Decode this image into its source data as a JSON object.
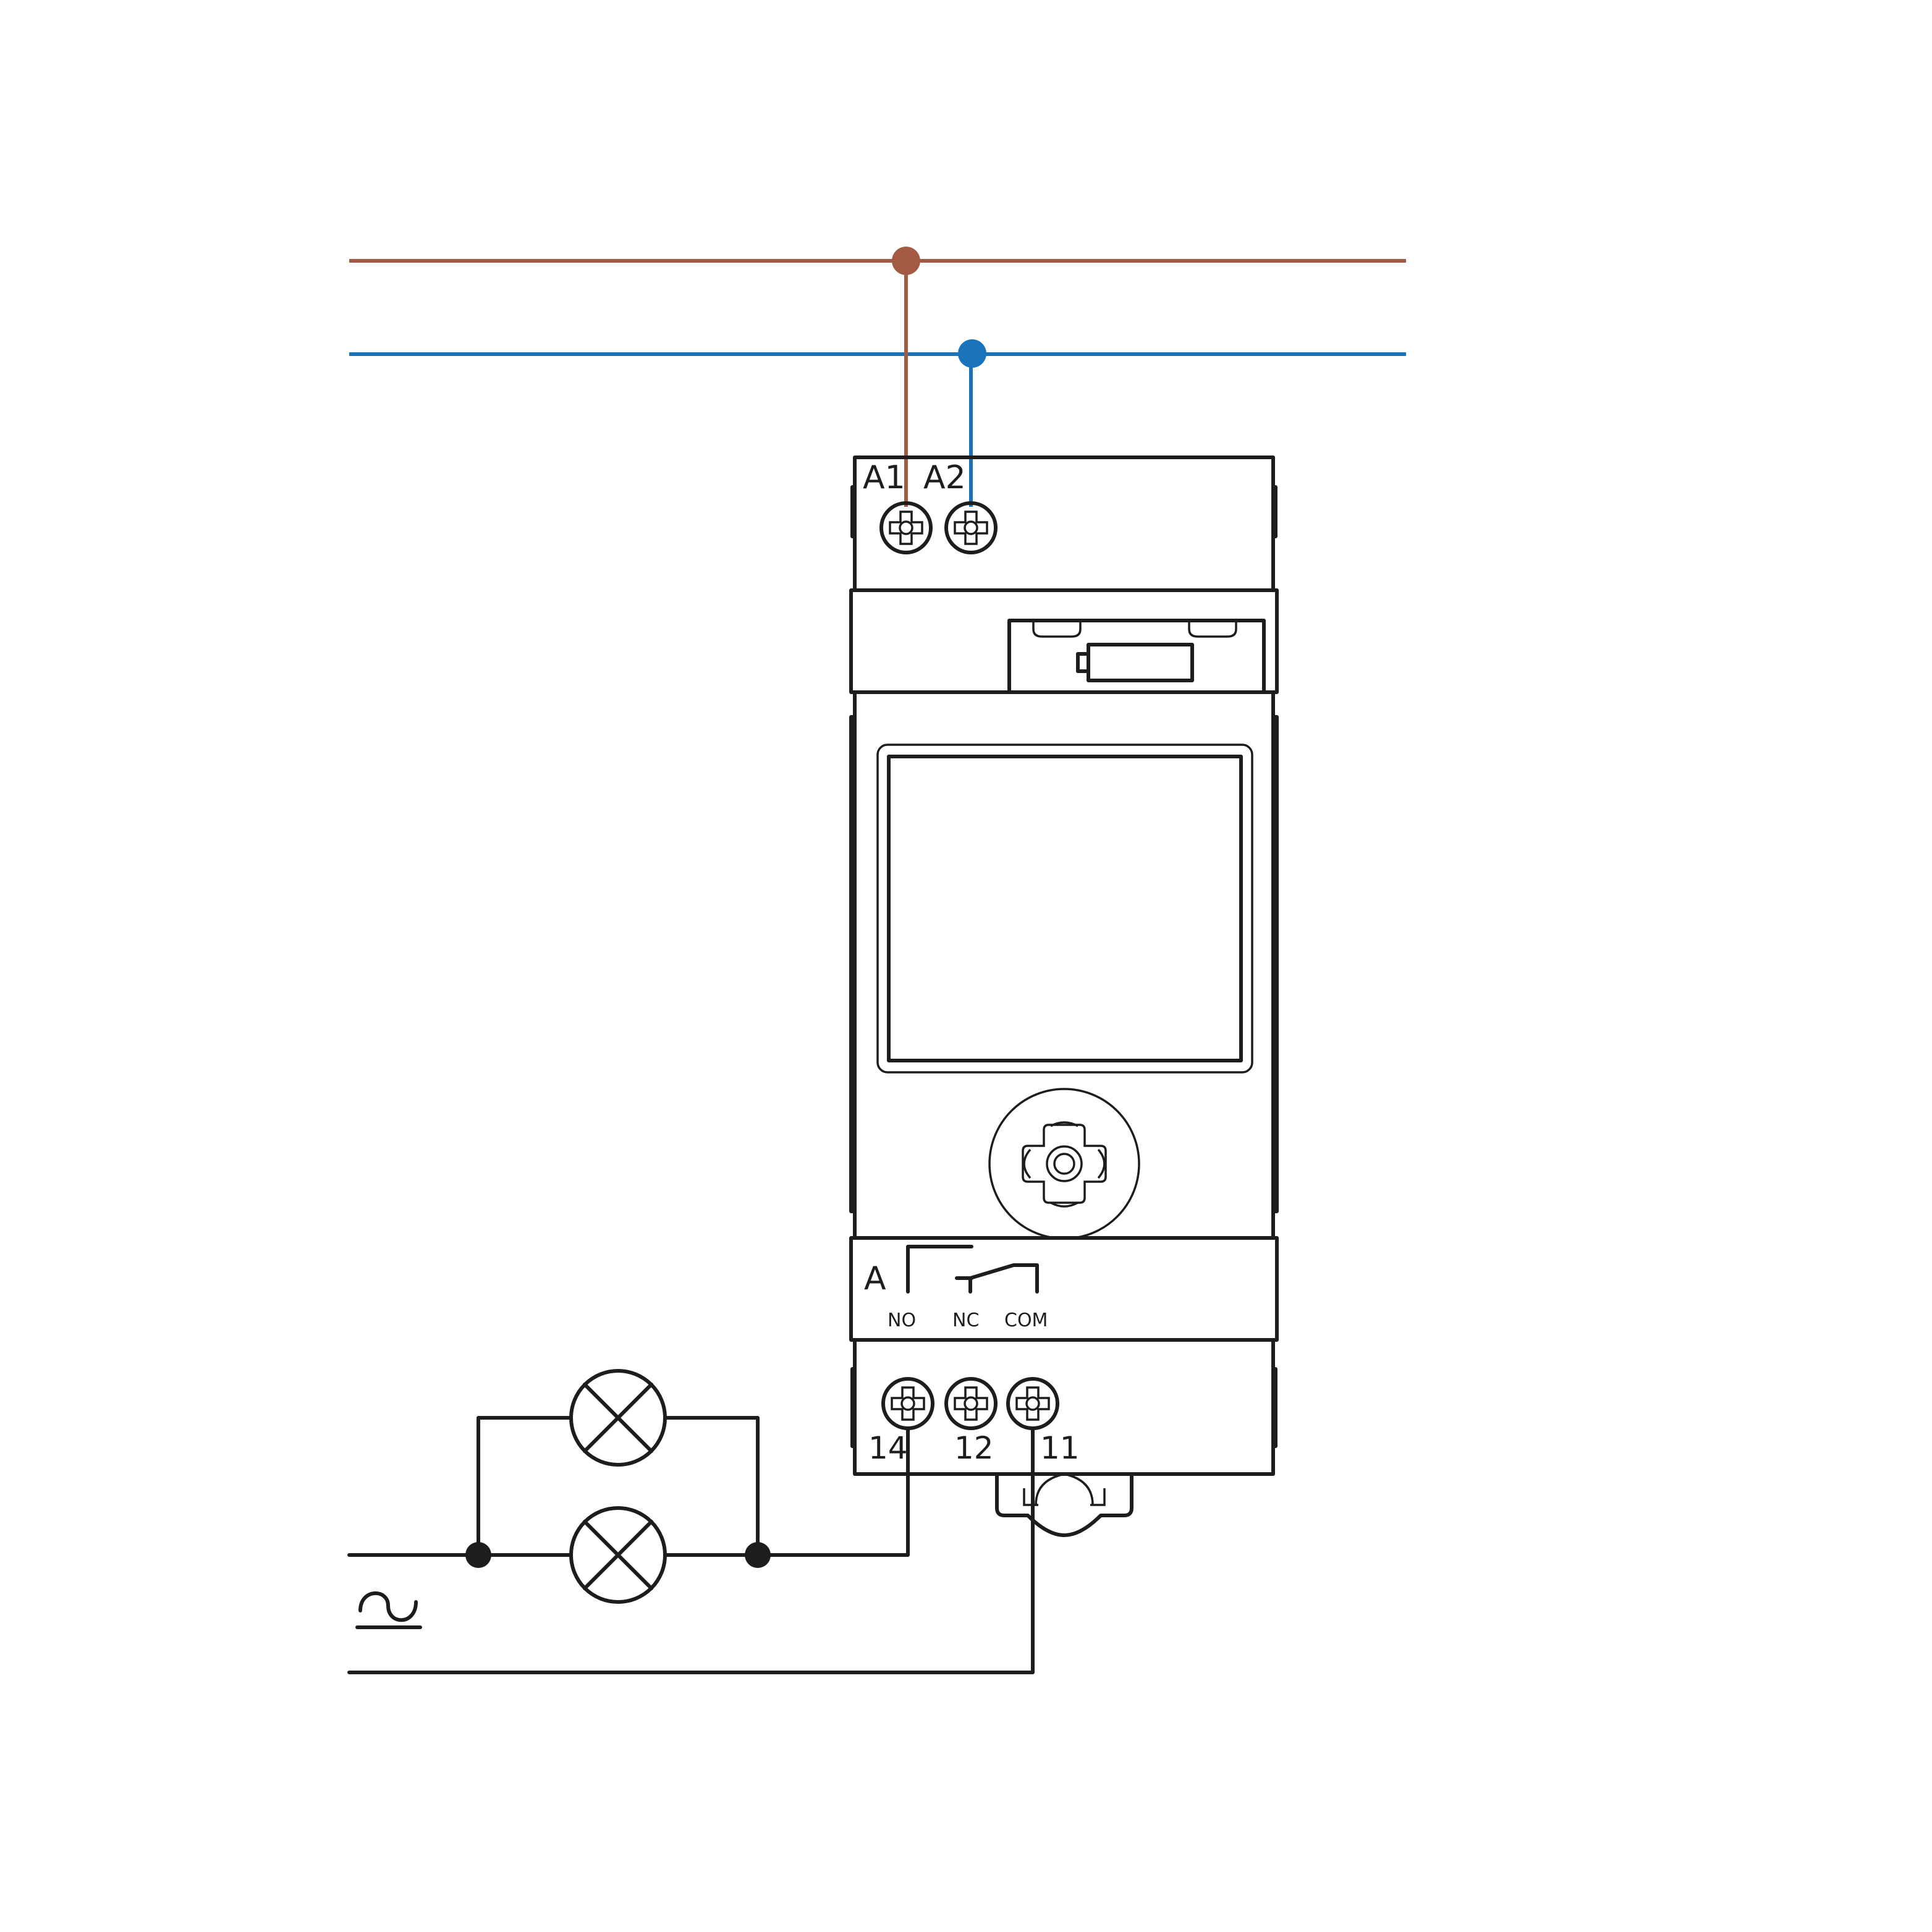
{
  "colors": {
    "line_brown": "#a35a44",
    "line_blue": "#1a73b9",
    "outline": "#1d1d1b",
    "background": "#ffffff"
  },
  "supply": {
    "terminal_a1": "A1",
    "terminal_a2": "A2"
  },
  "relay": {
    "channel": "A",
    "contact_no": "NO",
    "contact_nc": "NC",
    "contact_com": "COM",
    "terminal_14": "14",
    "terminal_12": "12",
    "terminal_11": "11"
  },
  "load": {
    "lamp_count": 2,
    "lamp_icon": "lamp-icon",
    "ac_symbol": "~"
  },
  "device": {
    "battery_icon": "battery-icon",
    "knob_icon": "selector-knob-icon"
  }
}
